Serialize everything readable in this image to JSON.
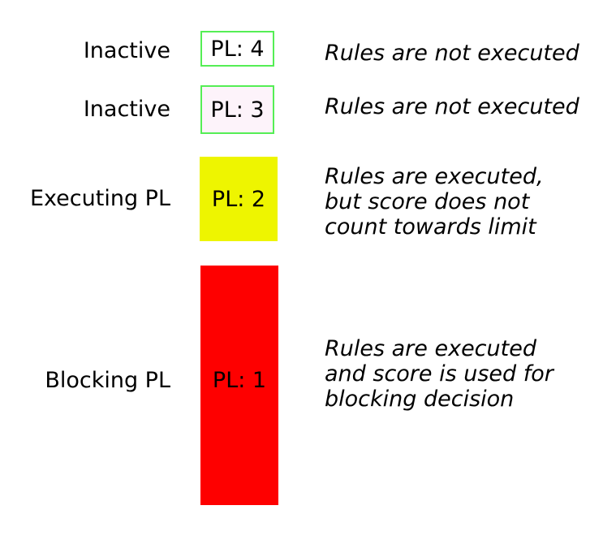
{
  "colors": {
    "background": "#ffffff",
    "inactive_border": "#55ee55",
    "pl4_fill": "#ffffff",
    "pl3_fill": "#fdf3fa",
    "pl2_fill": "#eef500",
    "pl1_fill": "#fe0000",
    "text": "#000000"
  },
  "rows": [
    {
      "id": "pl4",
      "state_label": "Inactive",
      "box_label": "PL: 4",
      "description_lines": [
        "Rules are not executed"
      ]
    },
    {
      "id": "pl3",
      "state_label": "Inactive",
      "box_label": "PL: 3",
      "description_lines": [
        "Rules are not executed"
      ]
    },
    {
      "id": "pl2",
      "state_label": "Executing PL",
      "box_label": "PL: 2",
      "description_lines": [
        "Rules are executed,",
        "but score does not",
        "count towards limit"
      ]
    },
    {
      "id": "pl1",
      "state_label": "Blocking PL",
      "box_label": "PL: 1",
      "description_lines": [
        "Rules are executed",
        "and score is used for",
        "blocking decision"
      ]
    }
  ]
}
